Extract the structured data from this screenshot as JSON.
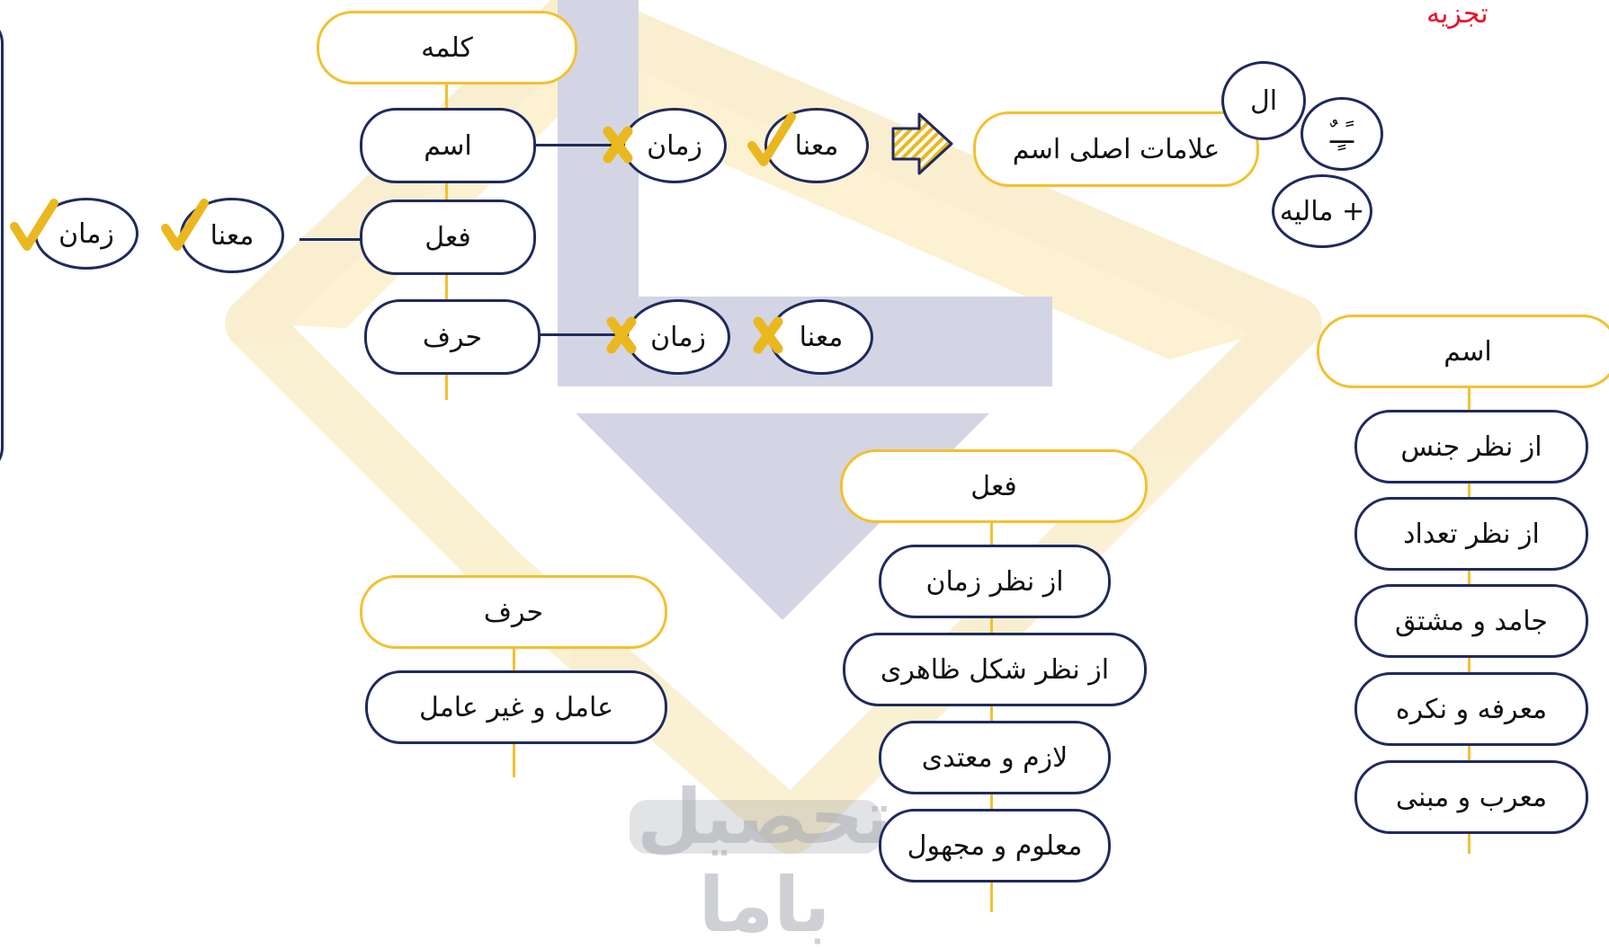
{
  "title_red": "تجزیه",
  "kalame": {
    "root": "کلمه",
    "items": [
      "اسم",
      "فعل",
      "حرف"
    ],
    "maana": "معنا",
    "zaman": "زمان"
  },
  "alamat": {
    "label": "علامات اصلی اسم",
    "al": "ال",
    "tanvin": "ـًـٍـٌ",
    "plus": "+ مالیه"
  },
  "ism_tree": {
    "root": "اسم",
    "items": [
      "از نظر جنس",
      "از نظر تعداد",
      "جامد و مشتق",
      "معرفه و نکره",
      "معرب و مبنی"
    ]
  },
  "fel_tree": {
    "root": "فعل",
    "items": [
      "از نظر زمان",
      "از نظر شکل ظاهری",
      "لازم و معتدی",
      "معلوم و مجهول"
    ]
  },
  "harf_tree": {
    "root": "حرف",
    "items": [
      "عامل و غیر عامل"
    ]
  },
  "watermark_text": "تحصیل باما",
  "colors": {
    "navy": "#1f2a5e",
    "gold": "#f2c12e",
    "red": "#e8132a",
    "check": "#eab81e"
  }
}
